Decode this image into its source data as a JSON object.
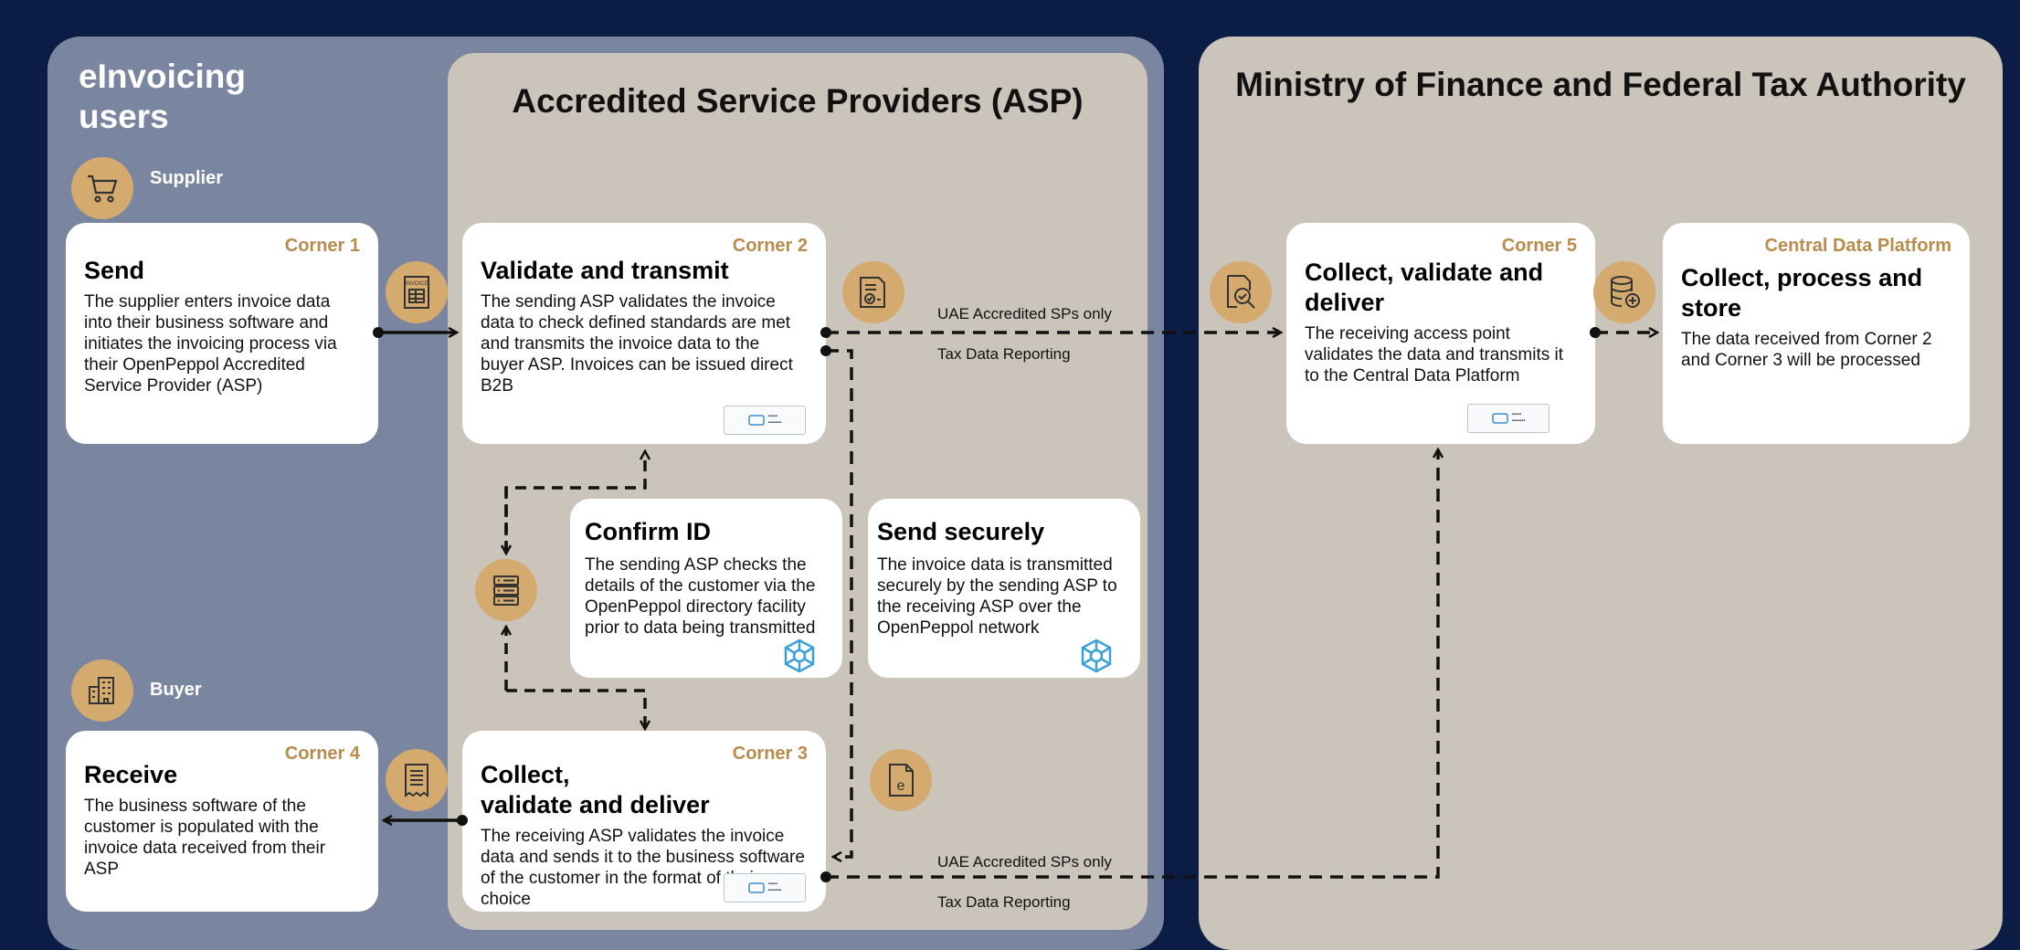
{
  "headers": {
    "users": "eInvoicing users",
    "asp": "Accredited Service Providers (ASP)",
    "mof": "Ministry of Finance and Federal Tax Authority"
  },
  "roles": {
    "supplier": "Supplier",
    "buyer": "Buyer"
  },
  "cards": {
    "send": {
      "corner": "Corner 1",
      "title": "Send",
      "body": "The supplier enters invoice data into their business software and initiates the invoicing process via their OpenPeppol Accredited Service Provider (ASP)"
    },
    "validate": {
      "corner": "Corner 2",
      "title": "Validate and transmit",
      "body": "The sending ASP validates the invoice data to check defined standards are met and transmits the invoice data to the buyer ASP. Invoices can be issued direct B2B"
    },
    "confirm": {
      "title": "Confirm ID",
      "body": "The sending ASP checks the details of the customer via the OpenPeppol directory facility prior to data being transmitted"
    },
    "securely": {
      "title": "Send securely",
      "body": "The invoice data is transmitted securely by the sending ASP to the receiving ASP over the OpenPeppol network"
    },
    "receive": {
      "corner": "Corner 4",
      "title": "Receive",
      "body": "The business software of the customer is populated with the invoice data received from their ASP"
    },
    "collect3": {
      "corner": "Corner 3",
      "title": "Collect,\nvalidate and deliver",
      "body": "The receiving ASP validates the invoice data and sends it to the business software of the customer in the format of their choice"
    },
    "collect5": {
      "corner": "Corner 5",
      "title": "Collect, validate and deliver",
      "body": "The receiving access point validates the data and transmits it to the Central Data Platform"
    },
    "cdp": {
      "corner": "Central Data Platform",
      "title": "Collect, process and store",
      "body": "The data received from Corner 2 and Corner 3 will be processed"
    }
  },
  "labels": {
    "uae_top": "UAE Accredited SPs only",
    "tax_top": "Tax Data Reporting",
    "uae_bottom": "UAE Accredited SPs only",
    "tax_bottom": "Tax Data Reporting",
    "invoice_badge": "INVOICE",
    "e_badge": "e"
  },
  "icons": [
    "cart-icon",
    "building-icon",
    "invoice-icon",
    "document-check-icon",
    "server-icon",
    "receipt-icon",
    "e-document-icon",
    "search-document-icon",
    "database-icon",
    "peppol-network-icon"
  ],
  "colors": {
    "background": "#0b1d45",
    "users_panel": "#7a869f",
    "asp_panel": "#cac4bb",
    "badge": "#d4aa6e",
    "corner_text": "#b78c4c"
  }
}
